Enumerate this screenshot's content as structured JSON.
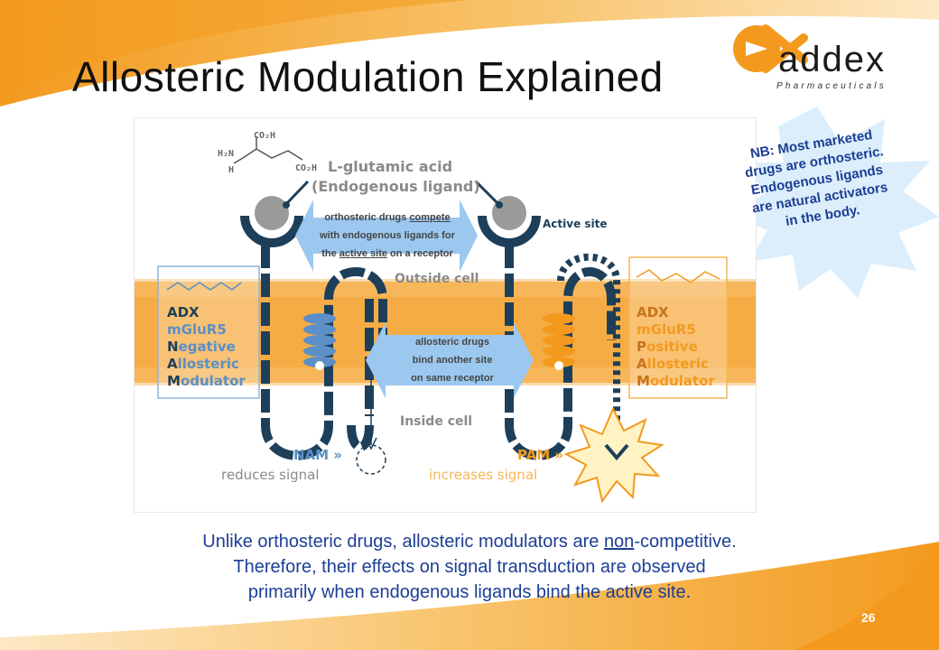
{
  "slide": {
    "title": "Allosteric Modulation Explained",
    "page_number": "26"
  },
  "logo": {
    "name": "addex",
    "subtitle": "Pharmaceuticals"
  },
  "diagram": {
    "molecule_labels": {
      "acid_top": "CO₂H",
      "amine": "H₂N",
      "h": "H",
      "acid_right": "CO₂H"
    },
    "ligand_label_line1": "L-glutamic acid",
    "ligand_label_line2": "(Endogenous ligand)",
    "active_site_label": "Active site",
    "outside_cell_label": "Outside cell",
    "inside_cell_label": "Inside cell",
    "orthosteric_callout": {
      "line1_pre": "orthosteric drugs ",
      "line1_u": "compete",
      "line2": "with endogenous ligands for",
      "line3_pre": "the ",
      "line3_u": "active site",
      "line3_post": " on a receptor"
    },
    "allosteric_callout": {
      "line1": "allosteric drugs",
      "line2": "bind another site",
      "line3": "on same receptor"
    },
    "nam_box": {
      "line1": "ADX",
      "line2": "mGluR5",
      "line3_initial": "N",
      "line3_rest": "egative",
      "line4_initial": "A",
      "line4_rest": "llosteric",
      "line5_initial": "M",
      "line5_rest": "odulator"
    },
    "pam_box": {
      "line1": "ADX",
      "line2": "mGluR5",
      "line3_initial": "P",
      "line3_rest": "ositive",
      "line4_initial": "A",
      "line4_rest": "llosteric",
      "line5_initial": "M",
      "line5_rest": "odulator"
    },
    "nam_label": "NAM »",
    "nam_effect": "reduces signal",
    "pam_label": "PAM »",
    "pam_effect": "increases signal"
  },
  "note": {
    "line1": "NB: Most marketed",
    "line2": "drugs are orthosteric.",
    "line3": "Endogenous ligands",
    "line4": "are natural activators",
    "line5": "in the body."
  },
  "caption": {
    "line1_pre": "Unlike orthosteric drugs, allosteric modulators are ",
    "line1_u": "non",
    "line1_post": "-competitive.",
    "line2": "Therefore, their effects on signal transduction are observed",
    "line3": "primarily when endogenous ligands bind the active site."
  },
  "colors": {
    "orange": "#f39a1e",
    "membrane": "#f7b65a",
    "navy": "#1e3f5a",
    "blue_arrow": "#9cc8f0",
    "nam_blue": "#5b8fc7",
    "caption_blue": "#1c3e95",
    "gray_text": "#888888"
  }
}
